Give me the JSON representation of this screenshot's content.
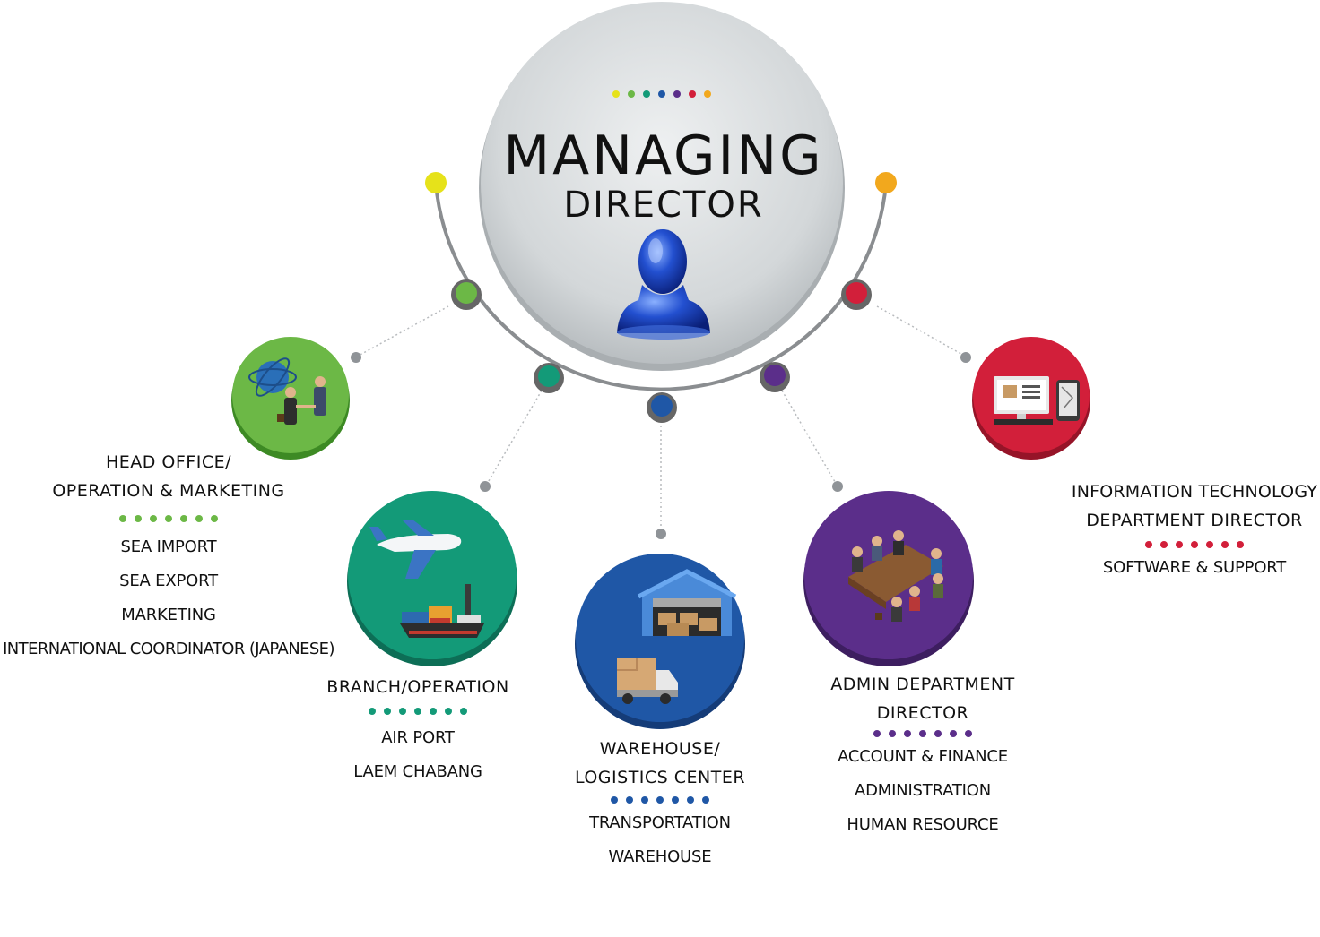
{
  "center": {
    "title_line1": "MANAGING",
    "title_line2": "DIRECTOR",
    "icon": "person-icon",
    "dot_colors": [
      "#e6e21a",
      "#6cb846",
      "#139a78",
      "#1f57a6",
      "#5b2e8a",
      "#d21f3a",
      "#f2a81d"
    ]
  },
  "departments": [
    {
      "name": "head-office",
      "color": "#6cb846",
      "icon": "handshake-globe-icon",
      "title": [
        "HEAD OFFICE/",
        "OPERATION & MARKETING"
      ],
      "items": [
        "SEA IMPORT",
        "SEA EXPORT",
        "MARKETING",
        "INTERNATIONAL COORDINATOR (JAPANESE)"
      ]
    },
    {
      "name": "branch-operation",
      "color": "#139a78",
      "icon": "airplane-ship-icon",
      "title": [
        "BRANCH/OPERATION"
      ],
      "items": [
        "AIR PORT",
        "LAEM CHABANG"
      ]
    },
    {
      "name": "warehouse",
      "color": "#1f57a6",
      "icon": "warehouse-truck-icon",
      "title": [
        "WAREHOUSE/",
        "LOGISTICS CENTER"
      ],
      "items": [
        "TRANSPORTATION",
        "WAREHOUSE"
      ]
    },
    {
      "name": "admin",
      "color": "#5b2e8a",
      "icon": "meeting-icon",
      "title": [
        "ADMIN DEPARTMENT",
        "DIRECTOR"
      ],
      "items": [
        "ACCOUNT & FINANCE",
        "ADMINISTRATION",
        "HUMAN RESOURCE"
      ]
    },
    {
      "name": "it",
      "color": "#d21f3a",
      "icon": "computer-phone-icon",
      "title": [
        "INFORMATION TECHNOLOGY",
        "DEPARTMENT DIRECTOR"
      ],
      "items": [
        "SOFTWARE & SUPPORT"
      ]
    }
  ],
  "arc_end_colors": [
    "#e6e21a",
    "#f2a81d"
  ]
}
